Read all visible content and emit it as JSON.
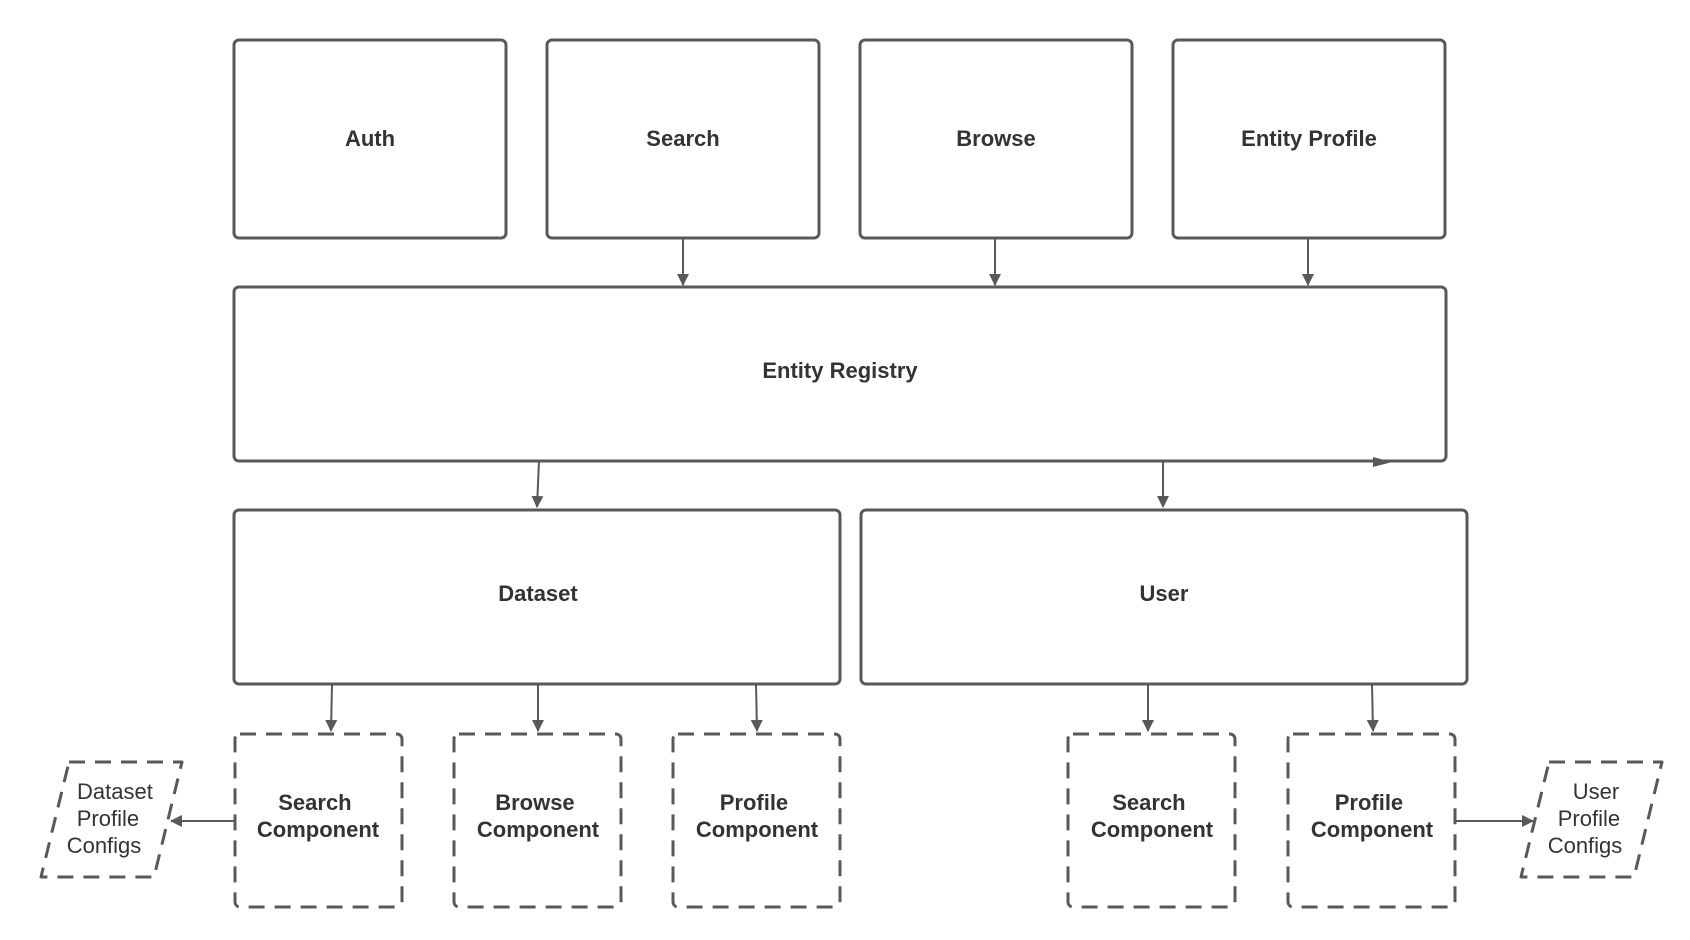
{
  "diagram": {
    "modules": {
      "auth": "Auth",
      "search": "Search",
      "browse": "Browse",
      "entity_profile": "Entity Profile"
    },
    "registry": "Entity Registry",
    "entities": {
      "dataset": "Dataset",
      "user": "User"
    },
    "dataset_components": {
      "search": [
        "Search",
        "Component"
      ],
      "browse": [
        "Browse",
        "Component"
      ],
      "profile": [
        "Profile",
        "Component"
      ]
    },
    "user_components": {
      "search": [
        "Search",
        "Component"
      ],
      "profile": [
        "Profile",
        "Component"
      ]
    },
    "configs": {
      "dataset": [
        "Dataset",
        "Profile",
        "Configs"
      ],
      "user": [
        "User",
        "Profile",
        "Configs"
      ]
    },
    "colors": {
      "stroke": "#595959",
      "text": "#333333",
      "background": "#ffffff"
    }
  }
}
